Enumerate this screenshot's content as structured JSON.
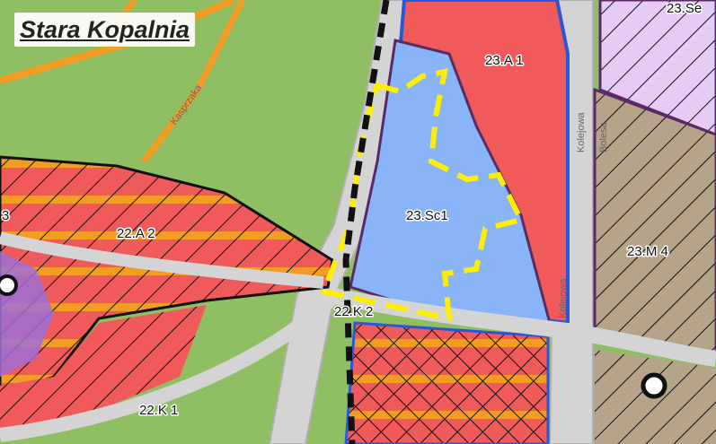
{
  "map": {
    "title": "Stara Kopalnia",
    "zones": [
      "23.A 1",
      "23.Sc1",
      "22.A 2",
      "23.M 4",
      "22.K 2",
      "22.K 1"
    ],
    "partial_labels": [
      "23.Se",
      "3"
    ],
    "streets": [
      "Kasprzaka",
      "Kolejowa",
      "Kolejowa",
      "Bolesa"
    ],
    "colors": {
      "green_area": "#8fbf62",
      "residential_red": "#f05a5a",
      "service_blue": "#8ab4f8",
      "mixed_brown": "#b5a38a",
      "lilac": "#e6ccf5",
      "road_gray": "#d4d4d4",
      "boundary_yellow": "#ffee00",
      "orange_line": "#f39c24"
    }
  }
}
